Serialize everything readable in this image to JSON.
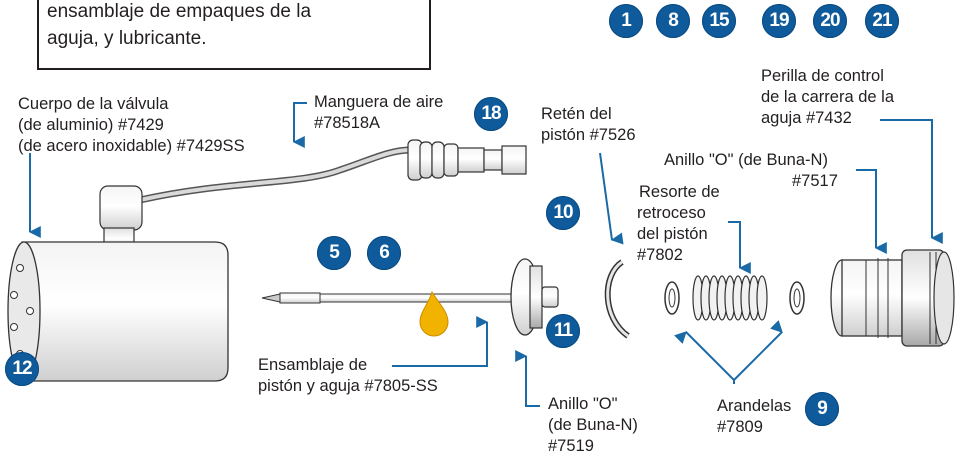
{
  "note": {
    "lines": [
      "ensamblaje de empaques de la",
      "aguja, y lubricante."
    ]
  },
  "badges": [
    "1",
    "8",
    "15",
    "19",
    "20",
    "21",
    "18",
    "10",
    "5",
    "6",
    "11",
    "12",
    "9"
  ],
  "labels": {
    "valve_body": [
      "Cuerpo de la válvula",
      "(de aluminio) #7429",
      "(de acero inoxidable) #7429SS"
    ],
    "air_hose": [
      "Manguera de aire",
      "#78518A"
    ],
    "piston_retainer": [
      "Retén del",
      "pistón #7526"
    ],
    "stroke_knob": [
      "Perilla de control",
      "de la carrera de la",
      "aguja #7432"
    ],
    "oring_top": [
      "Anillo \"O\" (de Buna-N)",
      "#7517"
    ],
    "return_spring": [
      "Resorte de",
      "retroceso",
      "del pistón",
      "#7802"
    ],
    "piston_needle": [
      "Ensamblaje de",
      "pistón y aguja #7805-SS"
    ],
    "oring_bottom": [
      "Anillo \"O\"",
      "(de Buna-N)",
      "#7519"
    ],
    "washers": [
      "Arandelas",
      "#7809"
    ]
  },
  "colors": {
    "badge": "#0e5a9a",
    "arrow": "#1a6aa8",
    "lubricant": "#f2b200",
    "text": "#231f20"
  }
}
